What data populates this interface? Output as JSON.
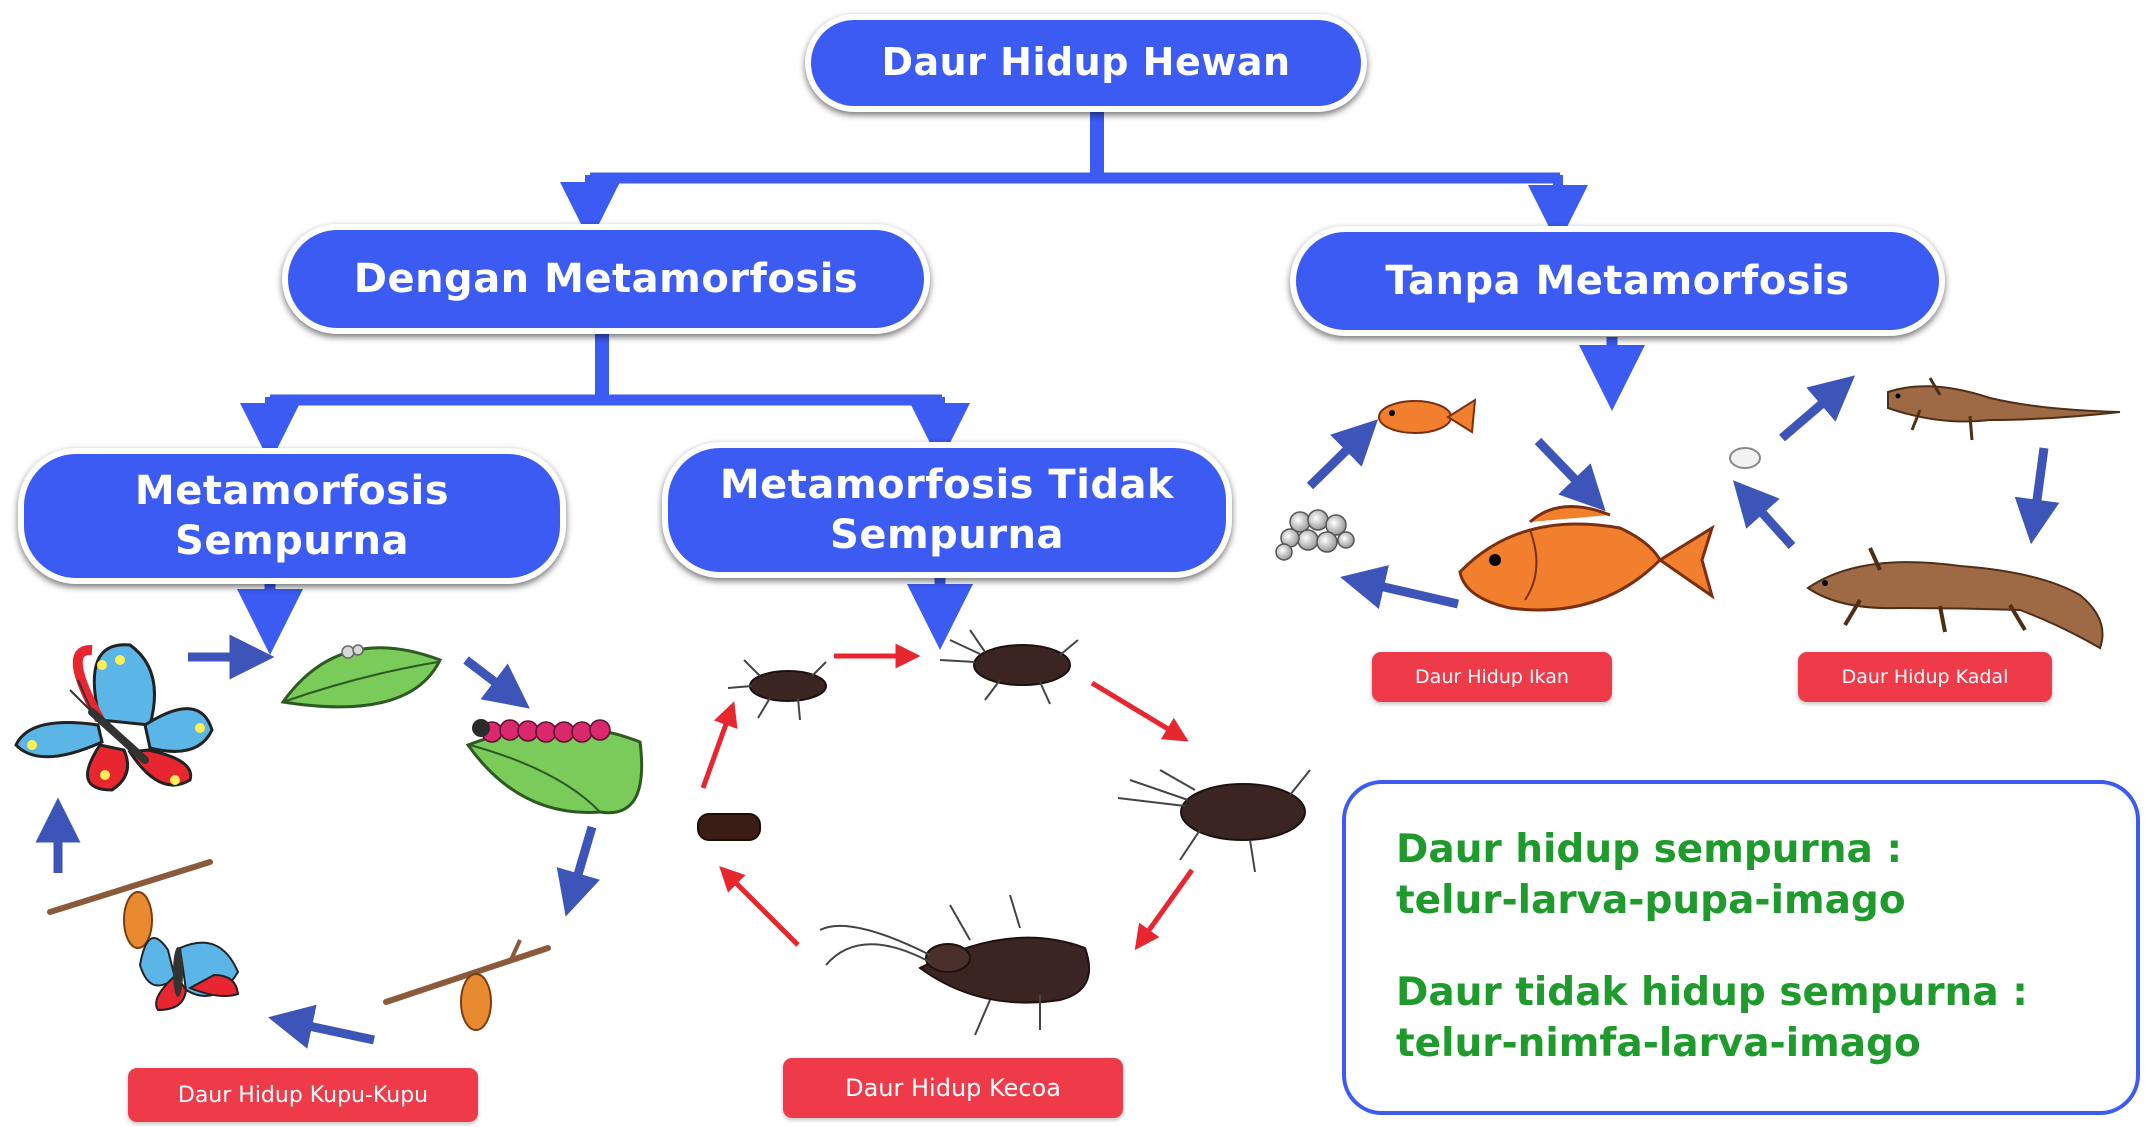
{
  "nodes": {
    "root": "Daur Hidup Hewan",
    "with_meta": "Dengan Metamorfosis",
    "without_meta": "Tanpa Metamorfosis",
    "complete_line1": "Metamorfosis",
    "complete_line2": "Sempurna",
    "incomplete_line1": "Metamorfosis Tidak",
    "incomplete_line2": "Sempurna"
  },
  "labels": {
    "butterfly": "Daur Hidup Kupu-Kupu",
    "cockroach": "Daur Hidup Kecoa",
    "fish": "Daur Hidup Ikan",
    "lizard": "Daur Hidup Kadal"
  },
  "notes": {
    "complete_title": "Daur hidup sempurna :",
    "complete_stages": "telur-larva-pupa-imago",
    "incomplete_title": "Daur tidak hidup sempurna :",
    "incomplete_stages": "telur-nimfa-larva-imago"
  },
  "colors": {
    "node_fill": "#3b5bf2",
    "connector": "#3b5bf2",
    "cycle_arrow_butterfly": "#3d55b8",
    "cycle_arrow_cockroach": "#e8262f",
    "label_fill": "#ef3a4a",
    "notes_text": "#1f9a2c"
  },
  "illustrations": {
    "butterfly_cycle": [
      "leaf-egg-icon",
      "caterpillar-leaf-icon",
      "chrysalis-icon",
      "emerging-butterfly-icon",
      "butterfly-icon"
    ],
    "cockroach_cycle": [
      "cockroach-egg-icon",
      "nymph-icon",
      "young-cockroach-icon",
      "adult-cockroach-icon"
    ],
    "fish_cycle": [
      "fish-eggs-icon",
      "young-fish-icon",
      "adult-fish-icon"
    ],
    "lizard_cycle": [
      "lizard-egg-icon",
      "young-lizard-icon",
      "adult-lizard-icon"
    ]
  }
}
